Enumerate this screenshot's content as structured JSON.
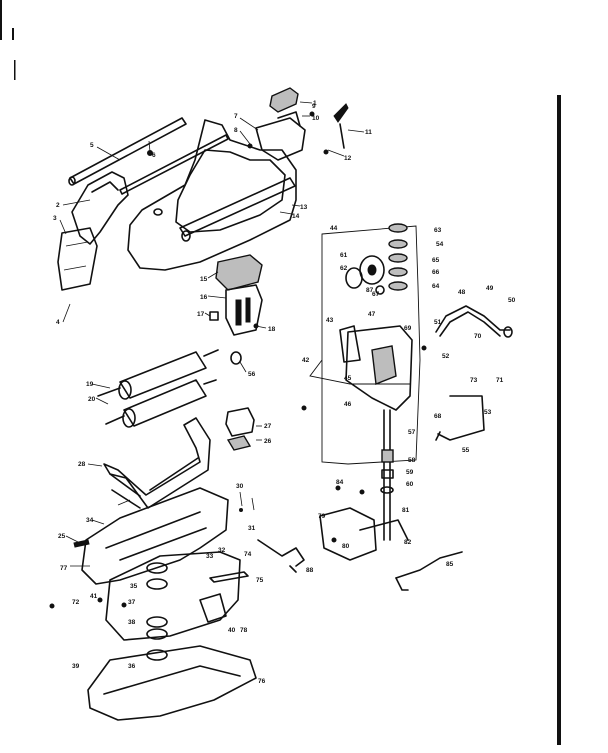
{
  "callouts": [
    {
      "id": "c1",
      "text": "1"
    },
    {
      "id": "c2",
      "text": "2"
    },
    {
      "id": "c3",
      "text": "3"
    },
    {
      "id": "c4",
      "text": "4"
    },
    {
      "id": "c5",
      "text": "5"
    },
    {
      "id": "c6",
      "text": "6"
    },
    {
      "id": "c7",
      "text": "7"
    },
    {
      "id": "c8",
      "text": "8"
    },
    {
      "id": "c9",
      "text": "9"
    },
    {
      "id": "c10",
      "text": "10"
    },
    {
      "id": "c11",
      "text": "11"
    },
    {
      "id": "c12",
      "text": "12"
    },
    {
      "id": "c13",
      "text": "13"
    },
    {
      "id": "c14",
      "text": "14"
    },
    {
      "id": "c15",
      "text": "15"
    },
    {
      "id": "c16",
      "text": "16"
    },
    {
      "id": "c17",
      "text": "17"
    },
    {
      "id": "c18",
      "text": "18"
    },
    {
      "id": "c19",
      "text": "19"
    },
    {
      "id": "c20",
      "text": "20"
    },
    {
      "id": "c25",
      "text": "25"
    },
    {
      "id": "c26",
      "text": "26"
    },
    {
      "id": "c27",
      "text": "27"
    },
    {
      "id": "c28",
      "text": "28"
    },
    {
      "id": "c30",
      "text": "30"
    },
    {
      "id": "c31",
      "text": "31"
    },
    {
      "id": "c32",
      "text": "32"
    },
    {
      "id": "c33",
      "text": "33"
    },
    {
      "id": "c34",
      "text": "34"
    },
    {
      "id": "c35",
      "text": "35"
    },
    {
      "id": "c36",
      "text": "36"
    },
    {
      "id": "c37",
      "text": "37"
    },
    {
      "id": "c38",
      "text": "38"
    },
    {
      "id": "c39",
      "text": "39"
    },
    {
      "id": "c40",
      "text": "40"
    },
    {
      "id": "c41",
      "text": "41"
    },
    {
      "id": "c42",
      "text": "42"
    },
    {
      "id": "c43",
      "text": "43"
    },
    {
      "id": "c44",
      "text": "44"
    },
    {
      "id": "c45",
      "text": "45"
    },
    {
      "id": "c46",
      "text": "46"
    },
    {
      "id": "c47",
      "text": "47"
    },
    {
      "id": "c48",
      "text": "48"
    },
    {
      "id": "c49",
      "text": "49"
    },
    {
      "id": "c50",
      "text": "50"
    },
    {
      "id": "c51",
      "text": "51"
    },
    {
      "id": "c52",
      "text": "52"
    },
    {
      "id": "c53",
      "text": "53"
    },
    {
      "id": "c54",
      "text": "54"
    },
    {
      "id": "c55",
      "text": "55"
    },
    {
      "id": "c56",
      "text": "56"
    },
    {
      "id": "c57",
      "text": "57"
    },
    {
      "id": "c58",
      "text": "58"
    },
    {
      "id": "c59",
      "text": "59"
    },
    {
      "id": "c60",
      "text": "60"
    },
    {
      "id": "c61",
      "text": "61"
    },
    {
      "id": "c62",
      "text": "62"
    },
    {
      "id": "c63",
      "text": "63"
    },
    {
      "id": "c64",
      "text": "64"
    },
    {
      "id": "c65",
      "text": "65"
    },
    {
      "id": "c66",
      "text": "66"
    },
    {
      "id": "c67",
      "text": "67"
    },
    {
      "id": "c68",
      "text": "68"
    },
    {
      "id": "c69",
      "text": "69"
    },
    {
      "id": "c70",
      "text": "70"
    },
    {
      "id": "c71",
      "text": "71"
    },
    {
      "id": "c72",
      "text": "72"
    },
    {
      "id": "c73",
      "text": "73"
    },
    {
      "id": "c74",
      "text": "74"
    },
    {
      "id": "c75",
      "text": "75"
    },
    {
      "id": "c76",
      "text": "76"
    },
    {
      "id": "c77",
      "text": "77"
    },
    {
      "id": "c78",
      "text": "78"
    },
    {
      "id": "c79",
      "text": "79"
    },
    {
      "id": "c80",
      "text": "80"
    },
    {
      "id": "c81",
      "text": "81"
    },
    {
      "id": "c82",
      "text": "82"
    },
    {
      "id": "c84",
      "text": "84"
    },
    {
      "id": "c85",
      "text": "85"
    },
    {
      "id": "c87",
      "text": "87"
    },
    {
      "id": "c88",
      "text": "88"
    }
  ]
}
